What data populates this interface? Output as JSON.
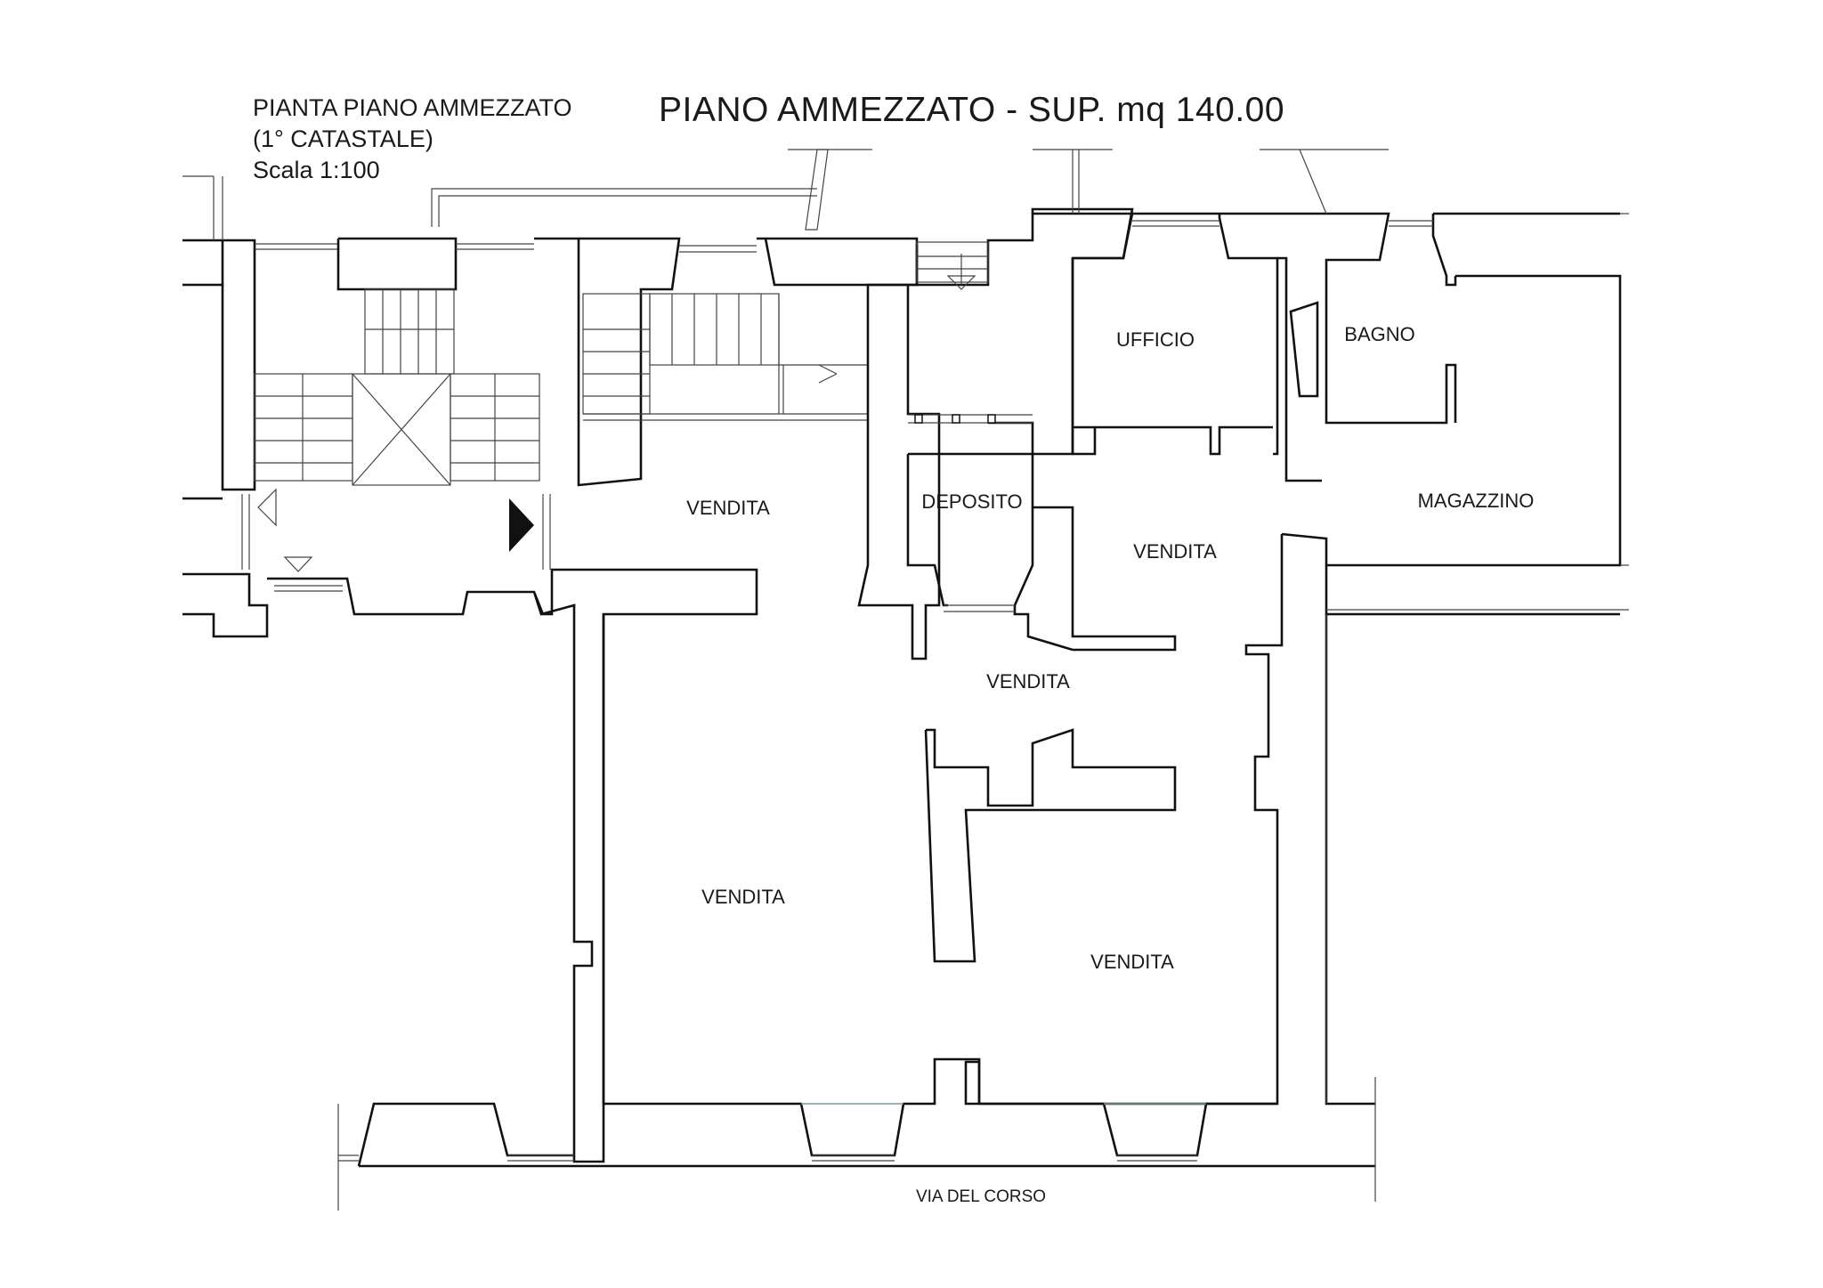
{
  "header": {
    "subtitle_line1": "PIANTA PIANO AMMEZZATO",
    "subtitle_line2": "(1° CATASTALE)",
    "scale": "Scala 1:100",
    "main_title": "PIANO AMMEZZATO -  SUP. mq 140.00"
  },
  "rooms": {
    "ufficio": "UFFICIO",
    "bagno": "BAGNO",
    "deposito": "DEPOSITO",
    "magazzino": "MAGAZZINO",
    "vendita_1": "VENDITA",
    "vendita_2": "VENDITA",
    "vendita_3": "VENDITA",
    "vendita_4": "VENDITA",
    "vendita_5": "VENDITA"
  },
  "street": "VIA DEL CORSO",
  "colors": {
    "walls": "#111111",
    "window_glass": "#7a9aa0"
  }
}
